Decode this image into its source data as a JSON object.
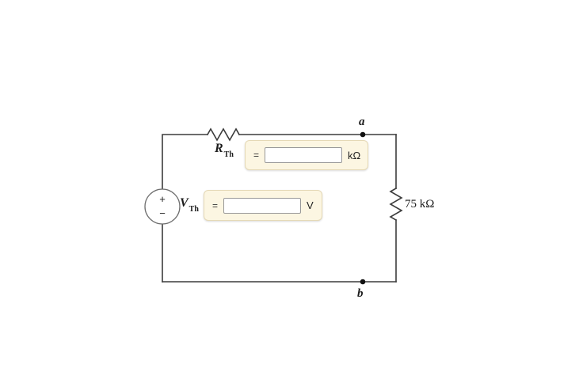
{
  "labels": {
    "r_th": {
      "base": "R",
      "sub": "Th"
    },
    "v_th": {
      "base": "V",
      "sub": "Th"
    },
    "terminal_a": "a",
    "terminal_b": "b",
    "load_resistor": "75 kΩ"
  },
  "source": {
    "plus": "+",
    "minus": "−"
  },
  "inputs": {
    "r_th": {
      "equals": "=",
      "value": "",
      "unit": "kΩ"
    },
    "v_th": {
      "equals": "=",
      "value": "",
      "unit": "V"
    }
  },
  "colors": {
    "wire": "#3c3c3c",
    "terminal_dot": "#111111",
    "panel_background": "#fcf6e2",
    "panel_border": "#e5d9b6",
    "input_border": "#999999",
    "source_stroke": "#6e6e6e"
  }
}
